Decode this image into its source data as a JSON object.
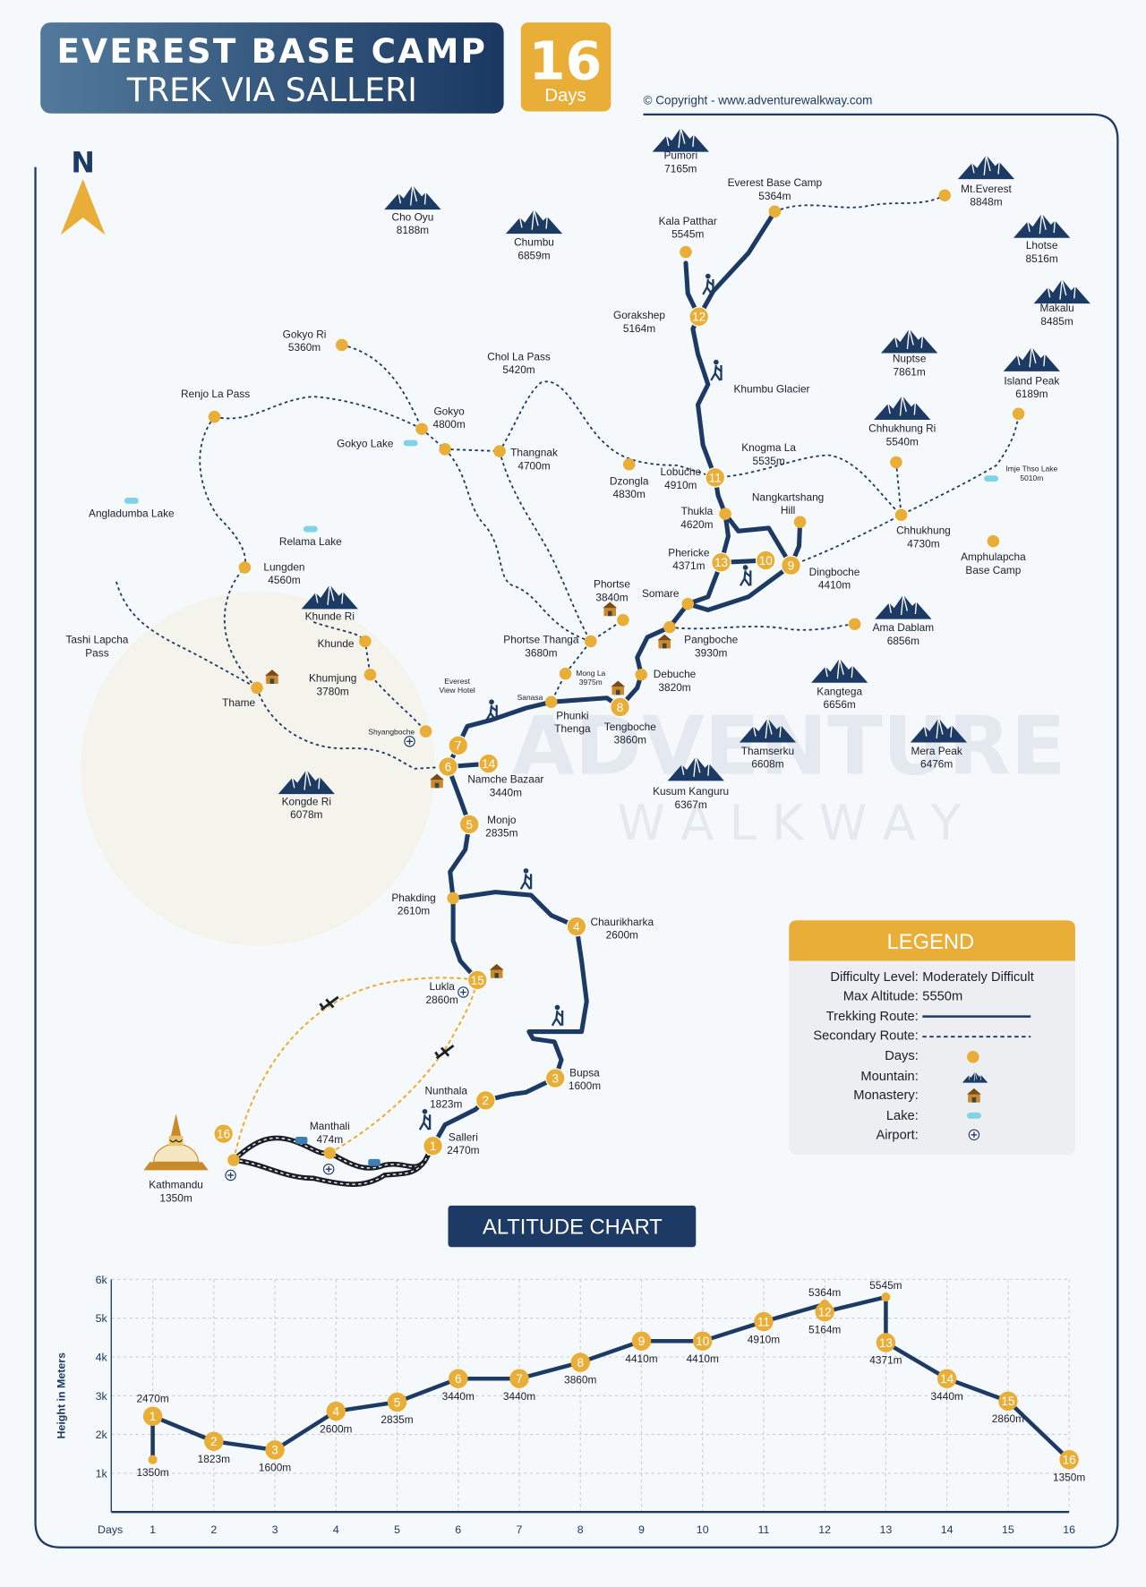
{
  "header": {
    "title_line1": "EVEREST BASE CAMP",
    "title_line2": "TREK VIA SALLERI",
    "days_number": "16",
    "days_label": "Days",
    "copyright": "© Copyright - www.adventurewalkway.com",
    "north": "N"
  },
  "watermark": {
    "line1": "ADVENTURE",
    "line2": "W A L K W A Y"
  },
  "colors": {
    "navy": "#1c3a63",
    "gold": "#e9ae37",
    "lake": "#7fd3e6"
  },
  "places": {
    "pumori": [
      "Pumori",
      "7165m"
    ],
    "ebc": [
      "Everest Base Camp",
      "5364m"
    ],
    "everest": [
      "Mt.Everest",
      "8848m"
    ],
    "choOyu": [
      "Cho Oyu",
      "8188m"
    ],
    "chumbu": [
      "Chumbu",
      "6859m"
    ],
    "kalaPatthar": [
      "Kala Patthar",
      "5545m"
    ],
    "lhotse": [
      "Lhotse",
      "8516m"
    ],
    "makalu": [
      "Makalu",
      "8485m"
    ],
    "gokyoRi": [
      "Gokyo Ri",
      "5360m"
    ],
    "gorakshep": [
      "Gorakshep",
      "5164m"
    ],
    "cholaPass": [
      "Chol La Pass",
      "5420m"
    ],
    "nuptse": [
      "Nuptse",
      "7861m"
    ],
    "islandPeak": [
      "Island Peak",
      "6189m"
    ],
    "khumbuGlacier": [
      "Khumbu Glacier"
    ],
    "renjoLa": [
      "Renjo La Pass"
    ],
    "gokyo": [
      "Gokyo",
      "4800m"
    ],
    "gokyoLake": [
      "Gokyo Lake"
    ],
    "chhukhungRi": [
      "Chhukhung Ri",
      "5540m"
    ],
    "knogmaLa": [
      "Knogma La",
      "5535m"
    ],
    "thangnak": [
      "Thangnak",
      "4700m"
    ],
    "lobuche": [
      "Lobuche",
      "4910m"
    ],
    "imjeLake": [
      "Imje Thso Lake",
      "5010m"
    ],
    "dzongla": [
      "Dzongla",
      "4830m"
    ],
    "nangkartshang": [
      "Nangkartshang",
      "Hill"
    ],
    "angladumba": [
      "Angladumba Lake"
    ],
    "thukla": [
      "Thukla",
      "4620m"
    ],
    "chhukhung": [
      "Chhukhung",
      "4730m"
    ],
    "relama": [
      "Relama Lake"
    ],
    "phericke": [
      "Phericke",
      "4371m"
    ],
    "amphulapcha": [
      "Amphulapcha",
      "Base Camp"
    ],
    "lungden": [
      "Lungden",
      "4560m"
    ],
    "dingboche": [
      "Dingboche",
      "4410m"
    ],
    "phortse": [
      "Phortse",
      "3840m"
    ],
    "somare": [
      "Somare"
    ],
    "khundeRi": [
      "Khunde Ri"
    ],
    "amaDablam": [
      "Ama Dablam",
      "6856m"
    ],
    "tashiLapcha": [
      "Tashi Lapcha",
      "Pass"
    ],
    "khunde": [
      "Khunde"
    ],
    "phortseThanga": [
      "Phortse Thanga",
      "3680m"
    ],
    "pangboche": [
      "Pangboche",
      "3930m"
    ],
    "mongLa": [
      "Mong La",
      "3975m"
    ],
    "debuche": [
      "Debuche",
      "3820m"
    ],
    "khumjung": [
      "Khumjung",
      "3780m"
    ],
    "everestView": [
      "Everest",
      "View Hotel"
    ],
    "kangtega": [
      "Kangtega",
      "6656m"
    ],
    "thame": [
      "Thame"
    ],
    "sanasa": [
      "Sanasa"
    ],
    "phunkiThenga": [
      "Phunki",
      "Thenga"
    ],
    "tengboche": [
      "Tengboche",
      "3860m"
    ],
    "shyangboche": [
      "Shyangboche"
    ],
    "thamserku": [
      "Thamserku",
      "6608m"
    ],
    "meraPeak": [
      "Mera Peak",
      "6476m"
    ],
    "namche": [
      "Namche Bazaar",
      "3440m"
    ],
    "kusumKanguru": [
      "Kusum Kanguru",
      "6367m"
    ],
    "kongdeRi": [
      "Kongde Ri",
      "6078m"
    ],
    "monjo": [
      "Monjo",
      "2835m"
    ],
    "phakding": [
      "Phakding",
      "2610m"
    ],
    "chaurikharka": [
      "Chaurikharka",
      "2600m"
    ],
    "lukla": [
      "Lukla",
      "2860m"
    ],
    "bupsa": [
      "Bupsa",
      "1600m"
    ],
    "nunthala": [
      "Nunthala",
      "1823m"
    ],
    "manthali": [
      "Manthali",
      "474m"
    ],
    "salleri": [
      "Salleri",
      "2470m"
    ],
    "kathmandu": [
      "Kathmandu",
      "1350m"
    ]
  },
  "days": [
    "1",
    "2",
    "3",
    "4",
    "5",
    "6",
    "7",
    "8",
    "9",
    "10",
    "11",
    "12",
    "13",
    "14",
    "15",
    "16"
  ],
  "legend": {
    "title": "LEGEND",
    "difficulty_label": "Difficulty Level:",
    "difficulty_value": "Moderately Difficult",
    "max_alt_label": "Max Altitude:",
    "max_alt_value": "5550m",
    "trekking_route": "Trekking Route:",
    "secondary_route": "Secondary Route:",
    "days": "Days:",
    "mountain": "Mountain:",
    "monastery": "Monastery:",
    "lake": "Lake:",
    "airport": "Airport:"
  },
  "chart_data": {
    "type": "line",
    "title": "ALTITUDE CHART",
    "xlabel": "Days",
    "ylabel": "Height in Meters",
    "x_ticks": [
      "1",
      "2",
      "3",
      "4",
      "5",
      "6",
      "7",
      "8",
      "9",
      "10",
      "11",
      "12",
      "13",
      "14",
      "15",
      "16"
    ],
    "y_ticks": [
      "1k",
      "2k",
      "3k",
      "4k",
      "5k",
      "6k"
    ],
    "ylim": [
      0,
      6000
    ],
    "xlim": [
      1,
      16
    ],
    "grid": true,
    "points": [
      {
        "day": 1,
        "alt": 1350,
        "label": "1350m",
        "marker": ""
      },
      {
        "day": 1,
        "alt": 2470,
        "label": "2470m",
        "marker": "1"
      },
      {
        "day": 2,
        "alt": 1823,
        "label": "1823m",
        "marker": "2"
      },
      {
        "day": 3,
        "alt": 1600,
        "label": "1600m",
        "marker": "3"
      },
      {
        "day": 4,
        "alt": 2600,
        "label": "2600m",
        "marker": "4"
      },
      {
        "day": 5,
        "alt": 2835,
        "label": "2835m",
        "marker": "5"
      },
      {
        "day": 6,
        "alt": 3440,
        "label": "3440m",
        "marker": "6"
      },
      {
        "day": 7,
        "alt": 3440,
        "label": "3440m",
        "marker": "7"
      },
      {
        "day": 8,
        "alt": 3860,
        "label": "3860m",
        "marker": "8"
      },
      {
        "day": 9,
        "alt": 4410,
        "label": "4410m",
        "marker": "9"
      },
      {
        "day": 10,
        "alt": 4410,
        "label": "4410m",
        "marker": "10"
      },
      {
        "day": 11,
        "alt": 4910,
        "label": "4910m",
        "marker": "11"
      },
      {
        "day": 12,
        "alt": 5364,
        "label": "5364m",
        "marker": ""
      },
      {
        "day": 12,
        "alt": 5164,
        "label": "5164m",
        "marker": "12"
      },
      {
        "day": 13,
        "alt": 5545,
        "label": "5545m",
        "marker": ""
      },
      {
        "day": 13,
        "alt": 4371,
        "label": "4371m",
        "marker": "13"
      },
      {
        "day": 14,
        "alt": 3440,
        "label": "3440m",
        "marker": "14"
      },
      {
        "day": 15,
        "alt": 2860,
        "label": "2860m",
        "marker": "15"
      },
      {
        "day": 16,
        "alt": 1350,
        "label": "1350m",
        "marker": "16"
      }
    ]
  }
}
